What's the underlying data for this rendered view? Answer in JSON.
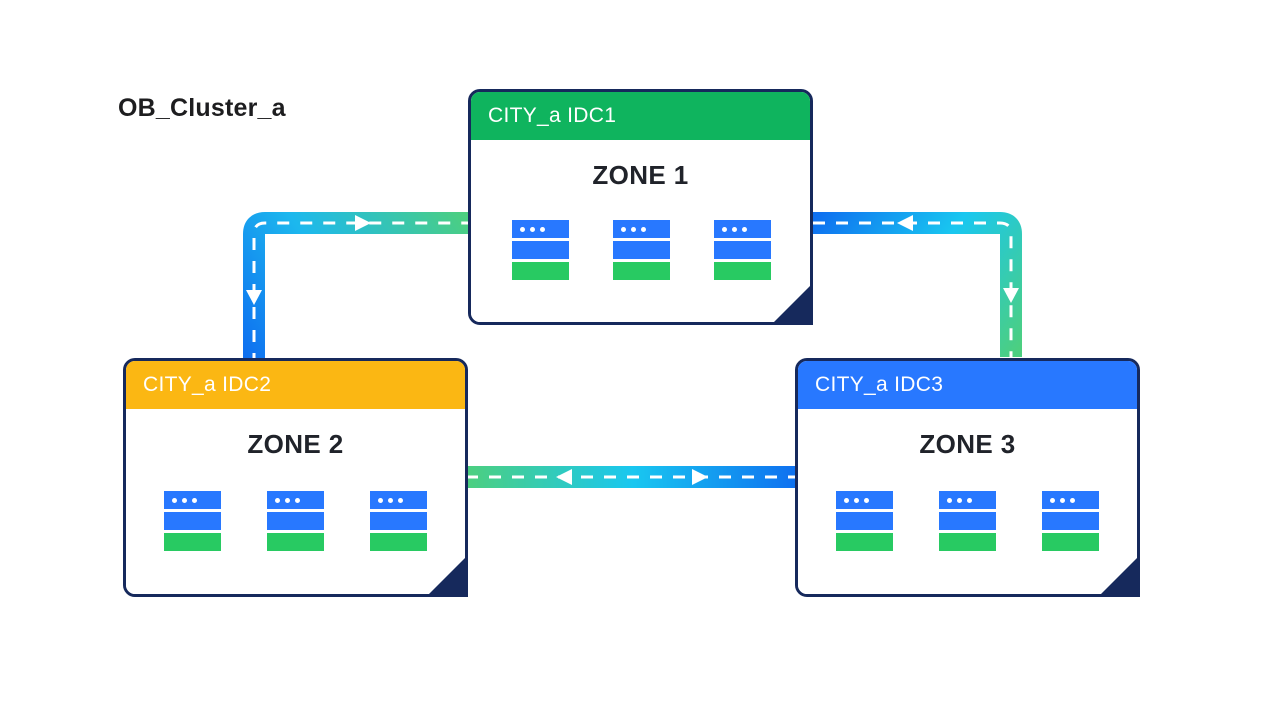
{
  "diagram": {
    "title": "OB_Cluster_a",
    "background": "#ffffff"
  },
  "palette": {
    "border": "#16295c",
    "fold": "#16295c",
    "idc1_header": "#0fb45e",
    "idc2_header": "#fbb713",
    "idc3_header": "#2878ff",
    "server_blue": "#2878ff",
    "server_green": "#28ca62",
    "link_blue": "#0e6ff0",
    "link_cyan": "#19c7f0",
    "link_green": "#4ccf80",
    "dash": "#ffffff",
    "title_text": "#1d1d1f",
    "zone_text": "#20232a",
    "header_text": "#ffffff"
  },
  "cards": [
    {
      "id": "idc1",
      "header": "CITY_a  IDC1",
      "zone": "ZONE 1",
      "header_color": "#0fb45e",
      "servers": 3,
      "server_align": "center"
    },
    {
      "id": "idc2",
      "header": "CITY_a  IDC2",
      "zone": "ZONE 2",
      "header_color": "#fbb713",
      "servers": 3,
      "server_align": "left"
    },
    {
      "id": "idc3",
      "header": "CITY_a  IDC3",
      "zone": "ZONE 3",
      "header_color": "#2878ff",
      "servers": 3,
      "server_align": "left"
    }
  ],
  "links": [
    {
      "id": "link-idc2-idc1",
      "from": "IDC2",
      "to": "IDC1",
      "shape": "elbow-left",
      "arrows": [
        "right",
        "down"
      ],
      "gradient": [
        "#0e6ff0",
        "#19c7f0",
        "#4ccf80"
      ]
    },
    {
      "id": "link-idc1-idc3",
      "from": "IDC1",
      "to": "IDC3",
      "shape": "elbow-right",
      "arrows": [
        "left",
        "down"
      ],
      "gradient": [
        "#0e6ff0",
        "#19c7f0",
        "#4ccf80"
      ]
    },
    {
      "id": "link-idc2-idc3",
      "from": "IDC2",
      "to": "IDC3",
      "shape": "horizontal",
      "arrows": [
        "left",
        "right"
      ],
      "gradient": [
        "#4ccf80",
        "#19c7f0",
        "#0e6ff0"
      ]
    }
  ]
}
